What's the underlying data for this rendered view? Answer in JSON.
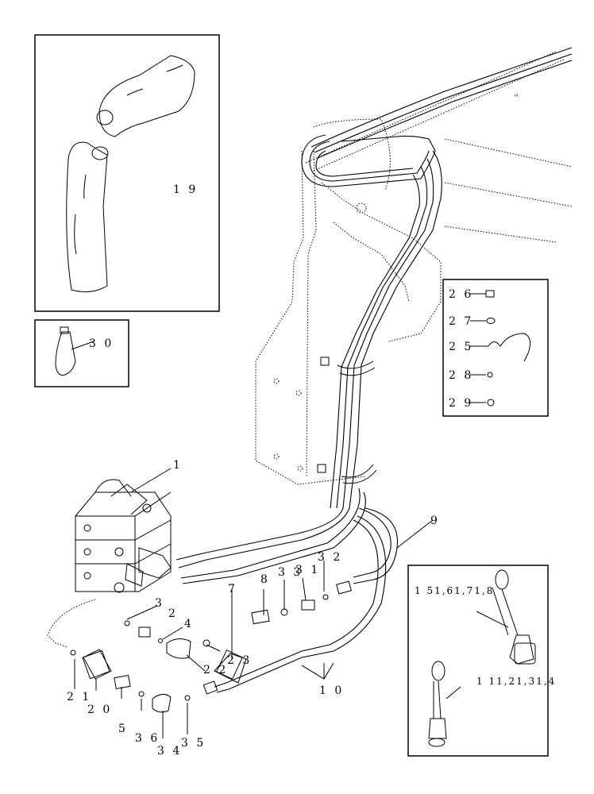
{
  "figure": {
    "callouts": {
      "c1": "1",
      "c2": "2",
      "c3": "3",
      "c4": "4",
      "c5": "5",
      "c7": "7",
      "c8": "8",
      "c9": "9",
      "c10": "1 0",
      "c19": "1 9",
      "c20": "2 0",
      "c21": "2 1",
      "c22": "2 2",
      "c23": "2 3",
      "c30": "3 0",
      "c32": "3 2",
      "c33": "3 3",
      "c34": "3 4",
      "c35": "3 5",
      "c36": "3 6",
      "c31": "3 1"
    },
    "hardware_box": {
      "items": [
        "2 6",
        "2 7",
        "2 5",
        "2 8",
        "2 9"
      ]
    },
    "plug_box": {
      "top_label": "1 51,61,71,8",
      "bottom_label": "1 11,21,31,4"
    }
  }
}
